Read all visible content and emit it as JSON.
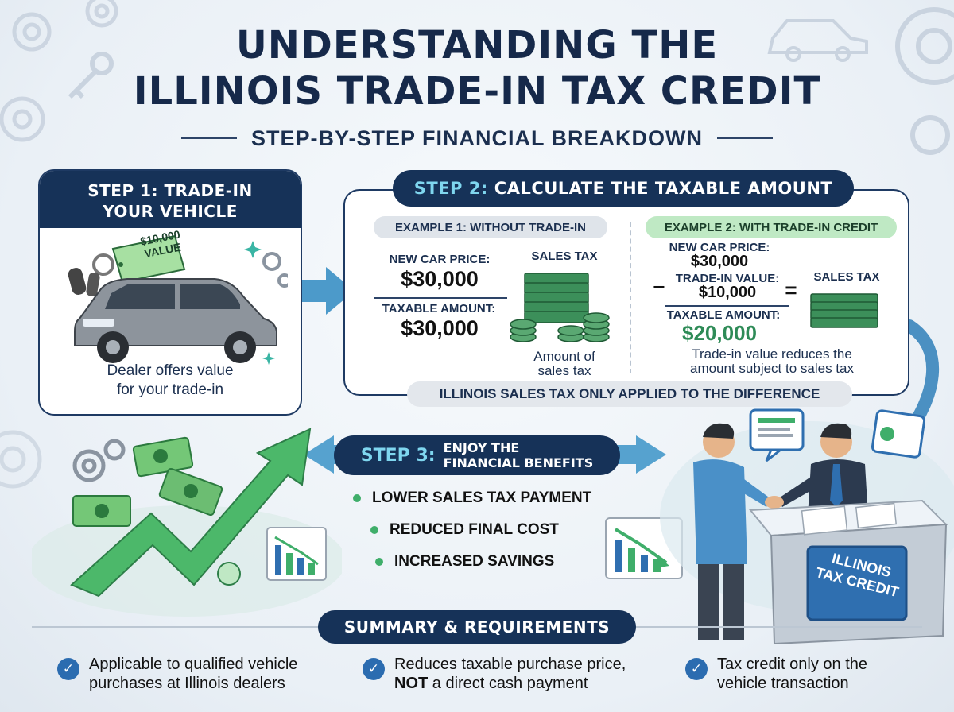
{
  "header": {
    "title_line1": "UNDERSTANDING THE",
    "title_line2": "ILLINOIS TRADE-IN TAX CREDIT",
    "subtitle": "STEP-BY-STEP FINANCIAL BREAKDOWN"
  },
  "step1": {
    "title_line1": "STEP 1: TRADE-IN",
    "title_line2": "YOUR VEHICLE",
    "tag_amount": "$10,000",
    "tag_label": "VALUE",
    "caption_line1": "Dealer offers value",
    "caption_line2": "for your trade-in"
  },
  "step2": {
    "title_prefix": "STEP 2:",
    "title": "CALCULATE THE TAXABLE AMOUNT",
    "example1": {
      "label": "EXAMPLE 1: WITHOUT TRADE-IN",
      "price_label": "NEW CAR PRICE:",
      "price_value": "$30,000",
      "taxable_label": "TAXABLE AMOUNT:",
      "taxable_value": "$30,000",
      "sales_tax_label": "SALES TAX",
      "note_line1": "Amount of",
      "note_line2": "sales tax"
    },
    "example2": {
      "label": "EXAMPLE 2: WITH TRADE-IN CREDIT",
      "price_label": "NEW CAR PRICE:",
      "price_value": "$30,000",
      "minus": "−",
      "tradein_label": "TRADE-IN VALUE:",
      "tradein_value": "$10,000",
      "equals": "=",
      "taxable_label": "TAXABLE AMOUNT:",
      "taxable_value": "$20,000",
      "sales_tax_label": "SALES TAX",
      "note_line1": "Trade-in value reduces the",
      "note_line2": "amount subject to sales tax"
    },
    "footer": "ILLINOIS SALES TAX ONLY APPLIED TO THE DIFFERENCE"
  },
  "step3": {
    "title_prefix": "STEP 3:",
    "title_line1": "ENJOY THE",
    "title_line2": "FINANCIAL BENEFITS",
    "benefits": [
      "LOWER SALES TAX PAYMENT",
      "REDUCED FINAL COST",
      "INCREASED SAVINGS"
    ]
  },
  "desk_sign": {
    "line1": "ILLINOIS",
    "line2": "TAX CREDIT"
  },
  "summary": {
    "title": "SUMMARY & REQUIREMENTS",
    "items": [
      {
        "line1": "Applicable to qualified vehicle",
        "line2": "purchases at Illinois dealers"
      },
      {
        "line1": "Reduces taxable purchase price,",
        "line2_bold": "NOT",
        "line2_rest": " a direct cash payment"
      },
      {
        "line1": "Tax credit only on the",
        "line2": "vehicle transaction"
      }
    ]
  },
  "colors": {
    "navy": "#163258",
    "accent_cyan": "#7fd6ef",
    "green": "#2e8b57",
    "example2_pill": "#bfe9c4"
  }
}
